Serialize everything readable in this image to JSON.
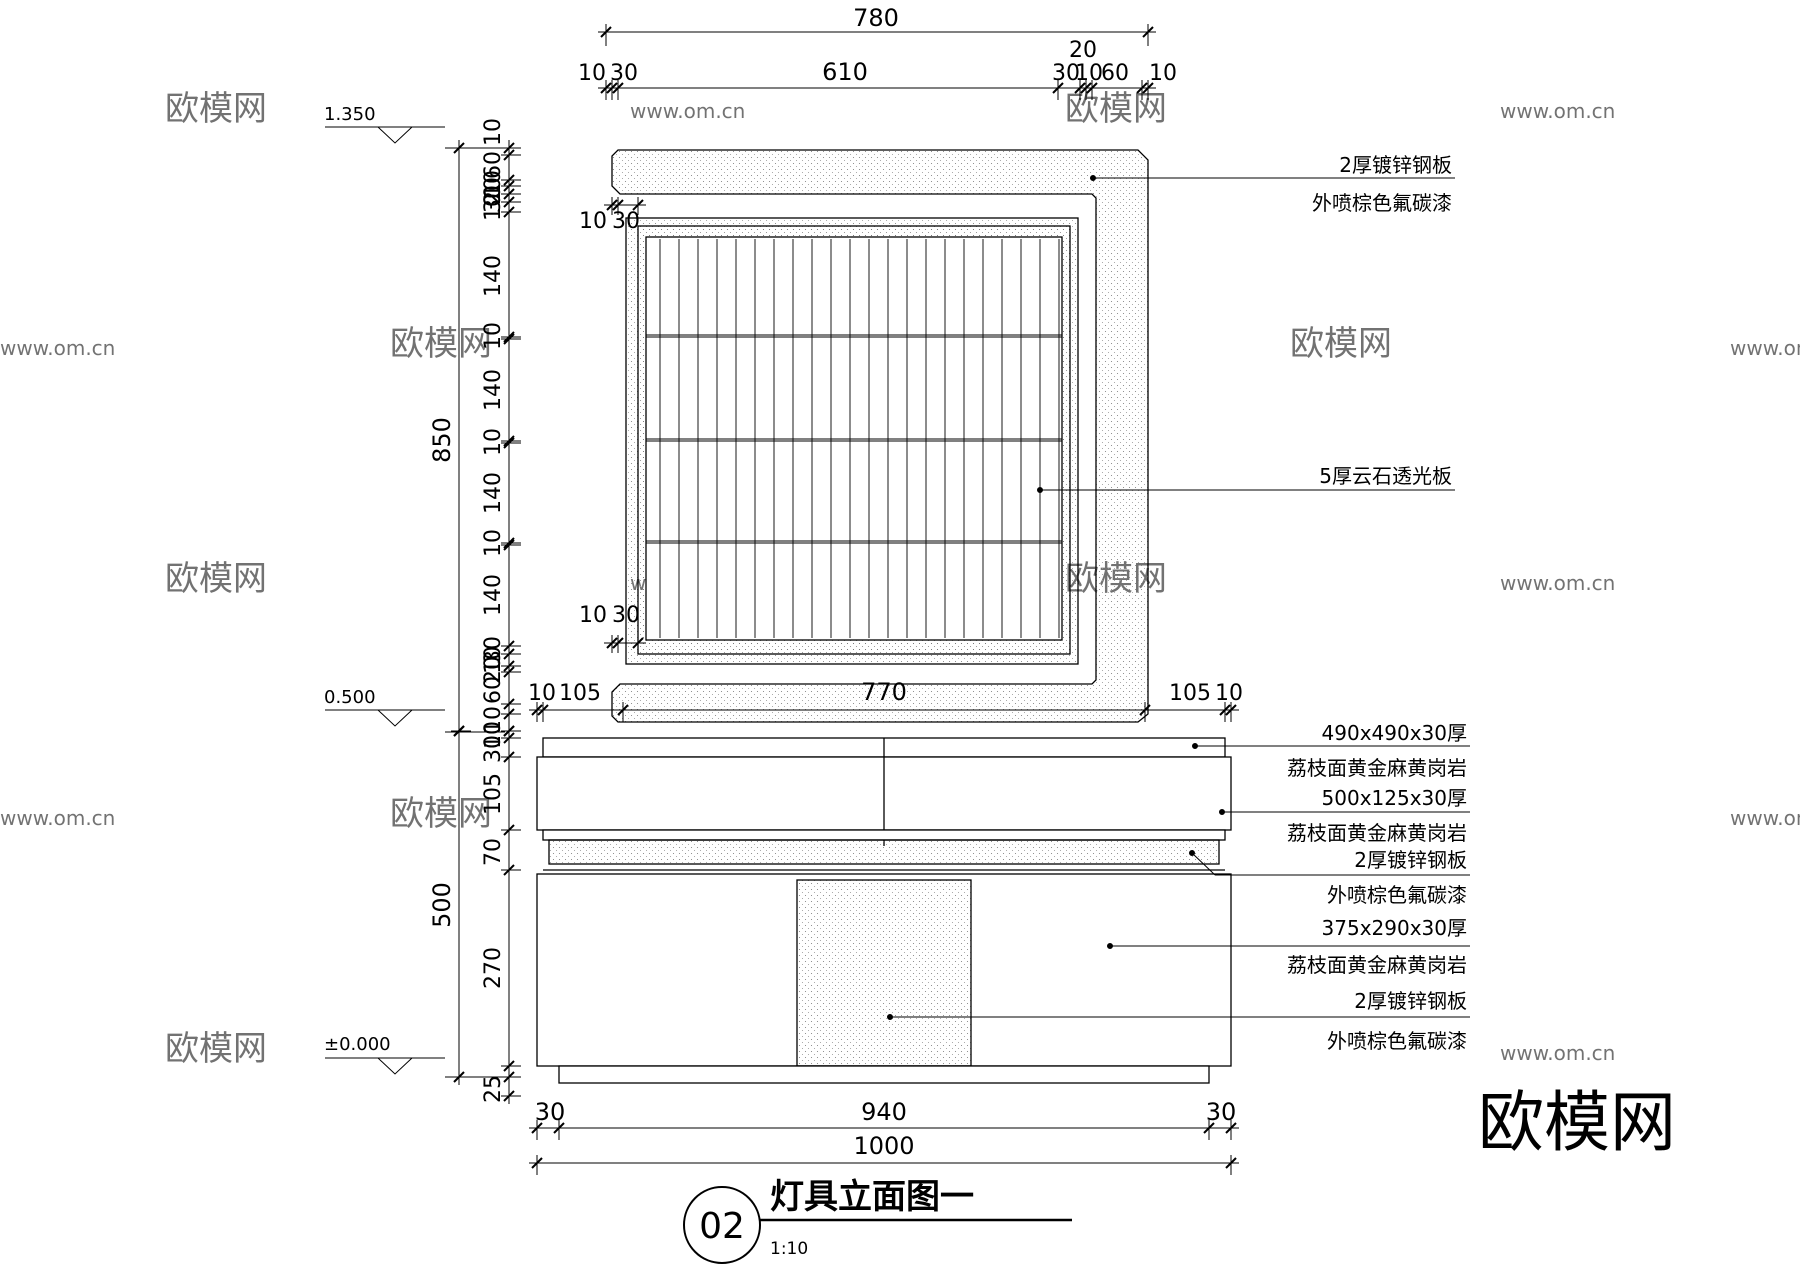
{
  "title": "灯具立面图一",
  "drawing_number": "02",
  "scale": "1:10",
  "levels": [
    "1.350",
    "0.500",
    "±0.000"
  ],
  "top_dims": {
    "overall": "780",
    "gap": "20",
    "segments": [
      "10",
      "30",
      "610",
      "30",
      "10",
      "60",
      "10"
    ]
  },
  "middle_dims": {
    "segments": [
      "10",
      "105",
      "770",
      "105",
      "10"
    ],
    "inner_small": [
      "10",
      "30"
    ]
  },
  "bottom_dims": {
    "segments": [
      "30",
      "940",
      "30"
    ],
    "overall": "1000"
  },
  "left_dims": {
    "upper_total": "850",
    "upper": [
      "10",
      "60",
      "10",
      "20",
      "30",
      "10",
      "140",
      "10",
      "140",
      "10",
      "140",
      "10",
      "140",
      "30",
      "10",
      "20",
      "60",
      "10"
    ],
    "lower_total": "500",
    "lower": [
      "10",
      "30",
      "105",
      "70",
      "270",
      "25"
    ]
  },
  "annotations": [
    "2厚镀锌钢板",
    "外喷棕色氟碳漆",
    "5厚云石透光板",
    "490x490x30厚",
    "荔枝面黄金麻黄岗岩",
    "500x125x30厚",
    "荔枝面黄金麻黄岗岩",
    "2厚镀锌钢板",
    "外喷棕色氟碳漆",
    "375x290x30厚",
    "荔枝面黄金麻黄岗岩",
    "2厚镀锌钢板",
    "外喷棕色氟碳漆"
  ],
  "watermark": "欧模网",
  "watermark_url": "www.om.cn"
}
